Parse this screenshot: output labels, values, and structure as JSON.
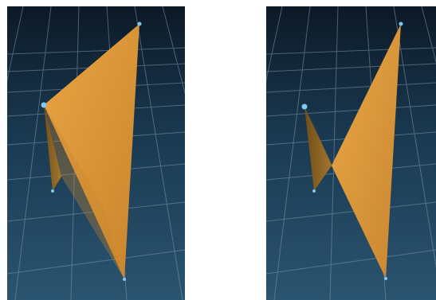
{
  "panels": [
    {
      "id": "left",
      "description_icon": "folded-triangle-model"
    },
    {
      "id": "right",
      "description_icon": "folded-triangle-model"
    }
  ],
  "colors": {
    "floor_dark": "#0e1c2a",
    "floor_light": "#2d5570",
    "grid": "#7f97aa",
    "surface_main": "#e09838",
    "surface_shadow": "#8a6424",
    "vertex": "#7fc8f0"
  }
}
